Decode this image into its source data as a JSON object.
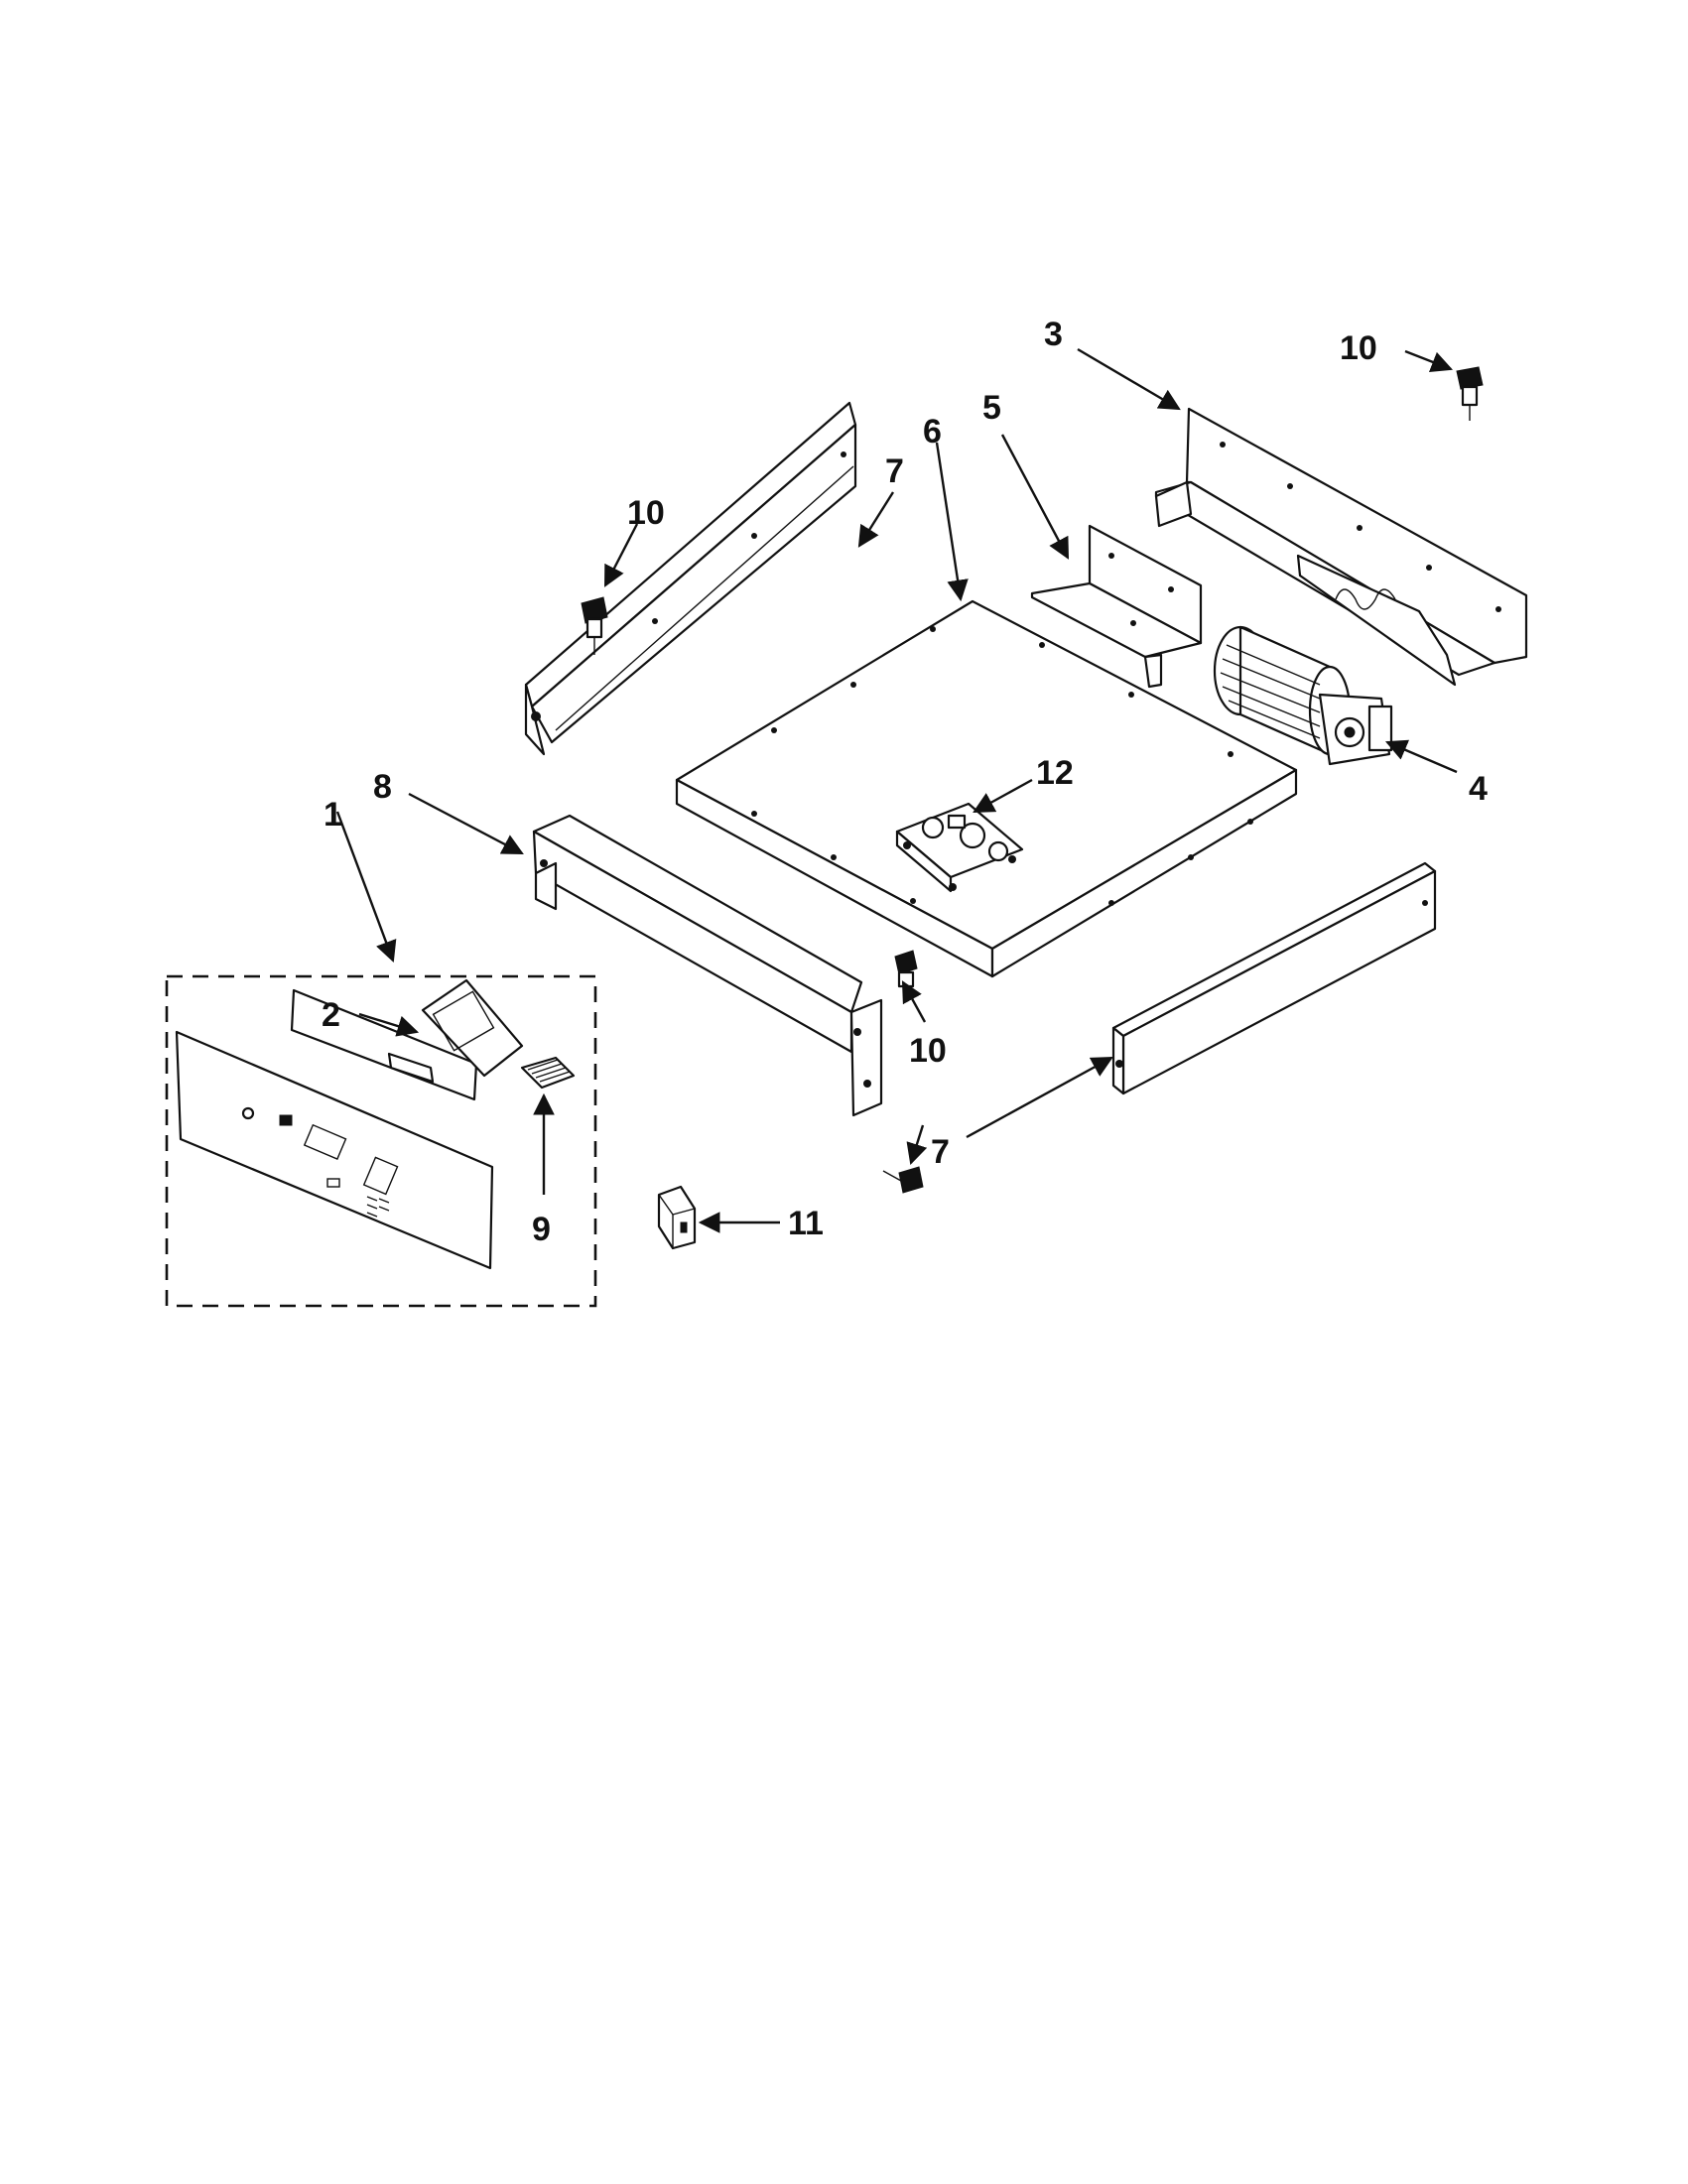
{
  "diagram": {
    "callouts": {
      "c1": "1",
      "c2": "2",
      "c3": "3",
      "c4": "4",
      "c5": "5",
      "c6": "6",
      "c7_top": "7",
      "c7_bottom": "7",
      "c8": "8",
      "c9": "9",
      "c10_left": "10",
      "c10_right": "10",
      "c10_bottom": "10",
      "c11": "11",
      "c12": "12"
    },
    "line_color": "#111111",
    "background": "#ffffff"
  }
}
